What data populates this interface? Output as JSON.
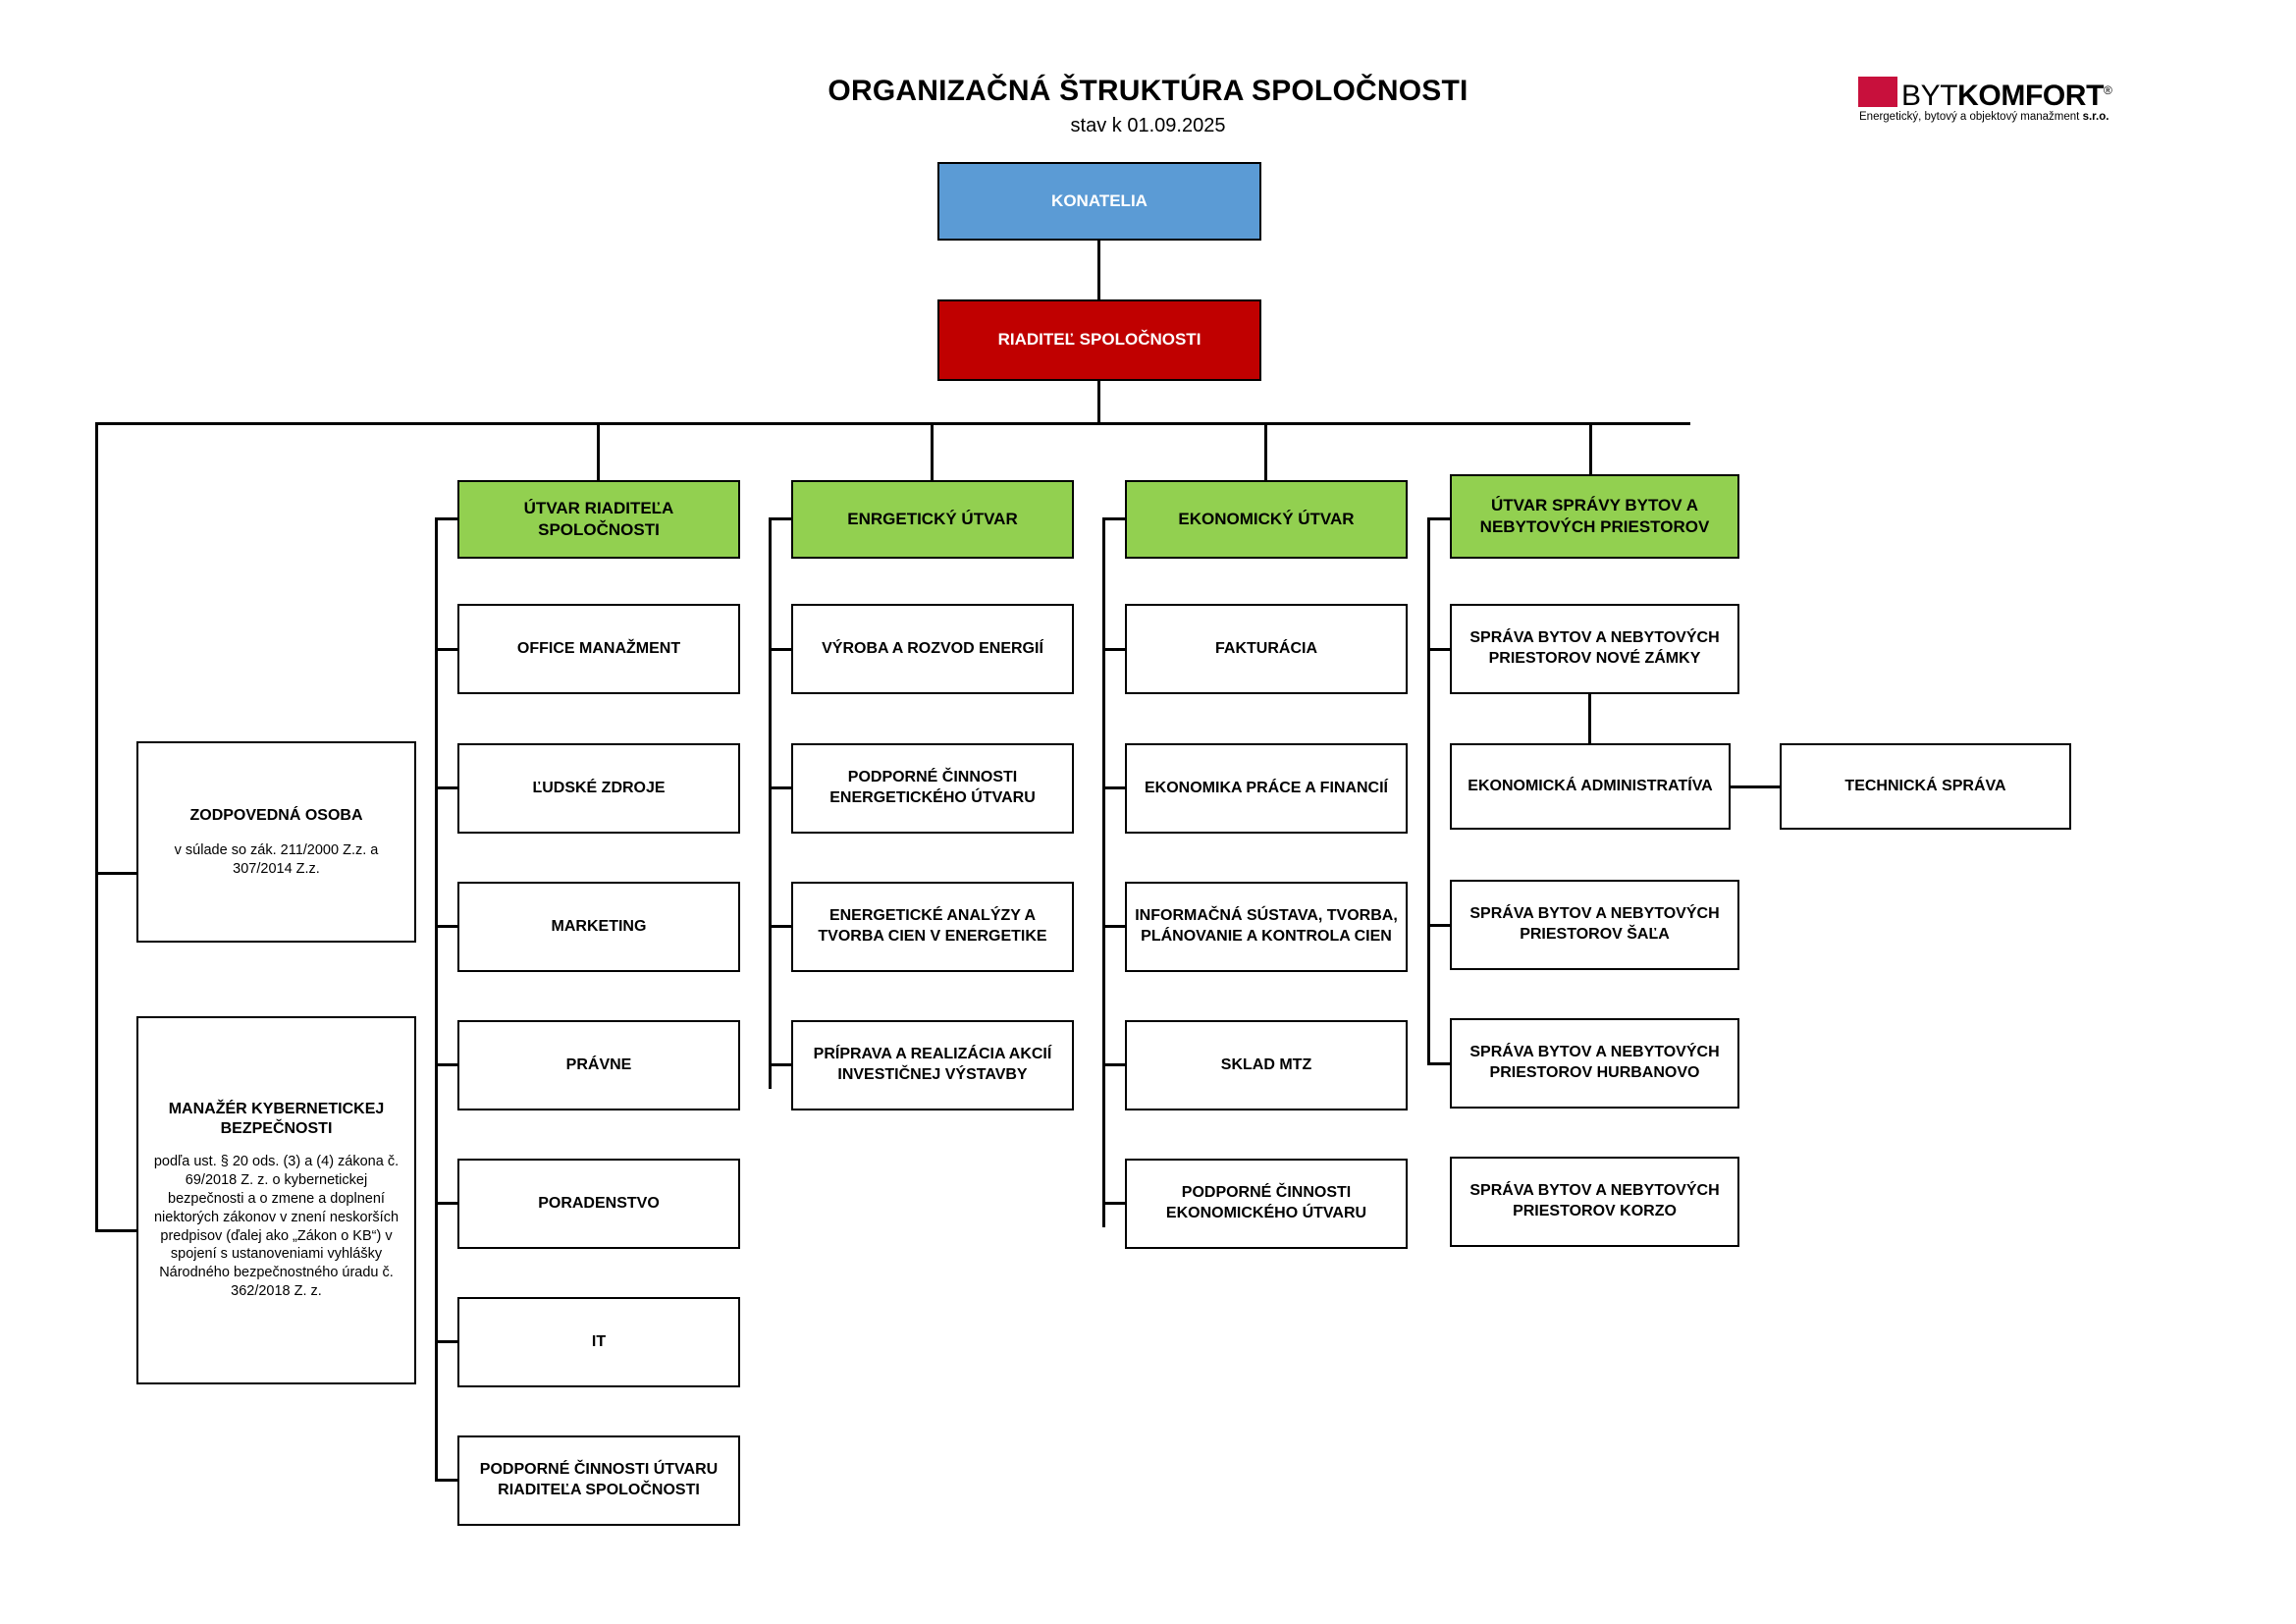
{
  "document": {
    "title": "ORGANIZAČNÁ ŠTRUKTÚRA SPOLOČNOSTI",
    "subtitle": "stav k 01.09.2025"
  },
  "logo": {
    "word_light": "BYT",
    "word_bold": "KOMFORT",
    "registered_mark": "®",
    "tagline_prefix": "Energetický, bytový a objektový manažment ",
    "tagline_suffix": "s.r.o.",
    "mark_color": "#C8103C"
  },
  "colors": {
    "top_level": "#5B9BD5",
    "director": "#C00000",
    "department": "#92D050",
    "plain": "#FFFFFF",
    "line": "#000000"
  },
  "hierarchy": {
    "top": {
      "label": "KONATELIA"
    },
    "director": {
      "label": "RIADITEĽ SPOLOČNOSTI"
    },
    "staff": [
      {
        "heading": "ZODPOVEDNÁ OSOBA",
        "body": "v súlade so zák. 211/2000 Z.z. a 307/2014 Z.z."
      },
      {
        "heading": "MANAŽÉR KYBERNETICKEJ BEZPEČNOSTI",
        "body": "podľa ust. § 20 ods.  (3) a (4) zákona č. 69/2018 Z. z. o kybernetickej bezpečnosti a o zmene a doplnení niektorých zákonov v znení neskorších predpisov (ďalej ako „Zákon o KB“) v spojení s ustanoveniami vyhlášky Národného bezpečnostného úradu č. 362/2018 Z. z."
      }
    ],
    "departments": [
      {
        "label": "ÚTVAR RIADITEĽA SPOLOČNOSTI",
        "units": [
          {
            "label": "OFFICE MANAŽMENT"
          },
          {
            "label": "ĽUDSKÉ ZDROJE"
          },
          {
            "label": "MARKETING"
          },
          {
            "label": "PRÁVNE"
          },
          {
            "label": "PORADENSTVO"
          },
          {
            "label": "IT"
          },
          {
            "label": "PODPORNÉ ČINNOSTI ÚTVARU RIADITEĽA SPOLOČNOSTI"
          }
        ]
      },
      {
        "label": "ENRGETICKÝ ÚTVAR",
        "units": [
          {
            "label": "VÝROBA A ROZVOD ENERGIÍ"
          },
          {
            "label": "PODPORNÉ ČINNOSTI ENERGETICKÉHO ÚTVARU"
          },
          {
            "label": "ENERGETICKÉ ANALÝZY A TVORBA CIEN V ENERGETIKE"
          },
          {
            "label": "PRÍPRAVA A REALIZÁCIA AKCIÍ INVESTIČNEJ VÝSTAVBY"
          }
        ]
      },
      {
        "label": "EKONOMICKÝ ÚTVAR",
        "units": [
          {
            "label": "FAKTURÁCIA"
          },
          {
            "label": "EKONOMIKA PRÁCE A FINANCIÍ"
          },
          {
            "label": "INFORMAČNÁ SÚSTAVA, TVORBA, PLÁNOVANIE A KONTROLA CIEN"
          },
          {
            "label": "SKLAD MTZ"
          },
          {
            "label": "PODPORNÉ ČINNOSTI EKONOMICKÉHO ÚTVARU"
          }
        ]
      },
      {
        "label": "ÚTVAR SPRÁVY BYTOV A NEBYTOVÝCH PRIESTOROV",
        "units": [
          {
            "label": "SPRÁVA BYTOV A NEBYTOVÝCH PRIESTOROV NOVÉ ZÁMKY"
          },
          {
            "label": "EKONOMICKÁ ADMINISTRATÍVA"
          },
          {
            "label": "SPRÁVA BYTOV A NEBYTOVÝCH PRIESTOROV ŠAĽA"
          },
          {
            "label": "SPRÁVA BYTOV A NEBYTOVÝCH PRIESTOROV HURBANOVO"
          },
          {
            "label": "SPRÁVA BYTOV A NEBYTOVÝCH PRIESTOROV KORZO"
          }
        ],
        "side_units": [
          {
            "label": "TECHNICKÁ SPRÁVA"
          }
        ]
      }
    ]
  }
}
